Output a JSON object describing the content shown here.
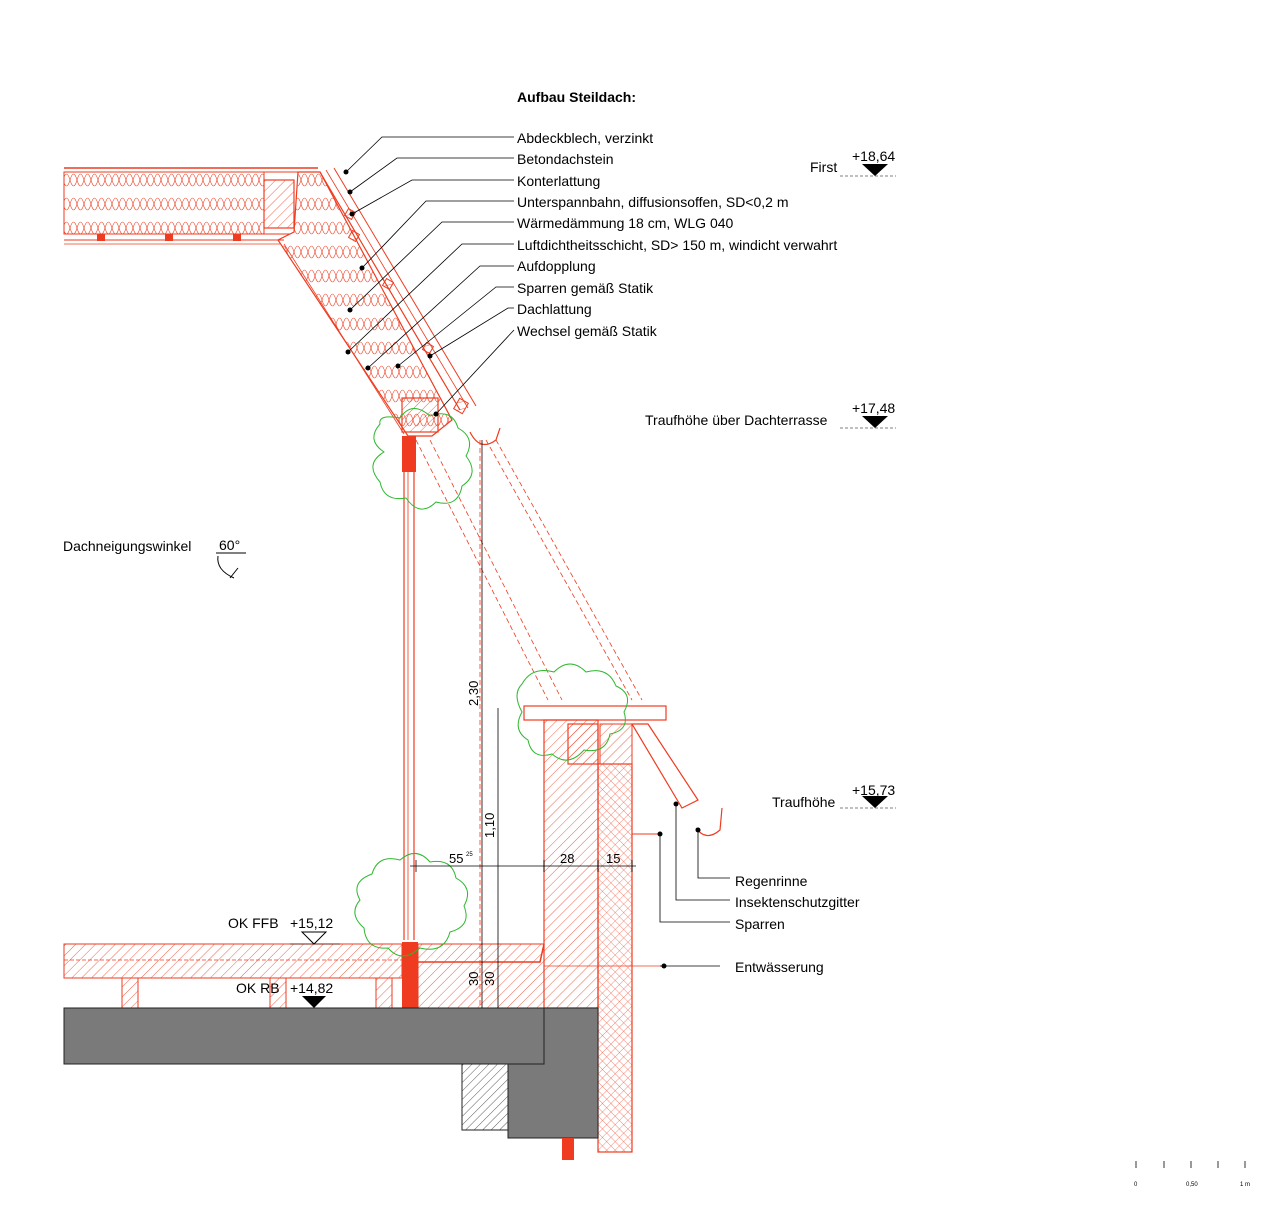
{
  "title": "Aufbau Steildach:",
  "layers": [
    "Abdeckblech, verzinkt",
    "Betondachstein",
    "Konterlattung",
    "Unterspannbahn, diffusionsoffen, SD<0,2  m",
    "Wärmedämmung 18 cm, WLG 040",
    "Luftdichtheitsschicht, SD> 150 m, windicht verwahrt",
    "Aufdopplung",
    "Sparren gemäß Statik",
    "Dachlattung",
    "Wechsel gemäß Statik"
  ],
  "levels": {
    "first": {
      "label": "First",
      "value": "+18,64"
    },
    "traufhoehe_terrasse": {
      "label": "Traufhöhe über Dachterrasse",
      "value": "+17,48"
    },
    "traufhoehe": {
      "label": "Traufhöhe",
      "value": "+15,73"
    },
    "ok_ffb": {
      "label": "OK FFB",
      "value": "+15,12"
    },
    "ok_rb": {
      "label": "OK RB",
      "value": "+14,82"
    }
  },
  "angle": {
    "label": "Dachneigungswinkel",
    "value": "60°"
  },
  "eaves_labels": [
    "Regenrinne",
    "Insektenschutzgitter",
    "Sparren"
  ],
  "drainage_label": "Entwässerung",
  "dimensions": {
    "height_total": "2,30",
    "height_parapet": "1,10",
    "width_terrace": "55",
    "width_terrace_sup": "25",
    "wall": "28",
    "insulation": "15",
    "floor_a": "30",
    "floor_b": "30"
  },
  "scale": {
    "zero": "0",
    "half": "0,50",
    "one": "1 m"
  },
  "colors": {
    "structure": "#ef3b1f",
    "plants": "#2eb82e",
    "concrete": "#7a7a7a"
  }
}
